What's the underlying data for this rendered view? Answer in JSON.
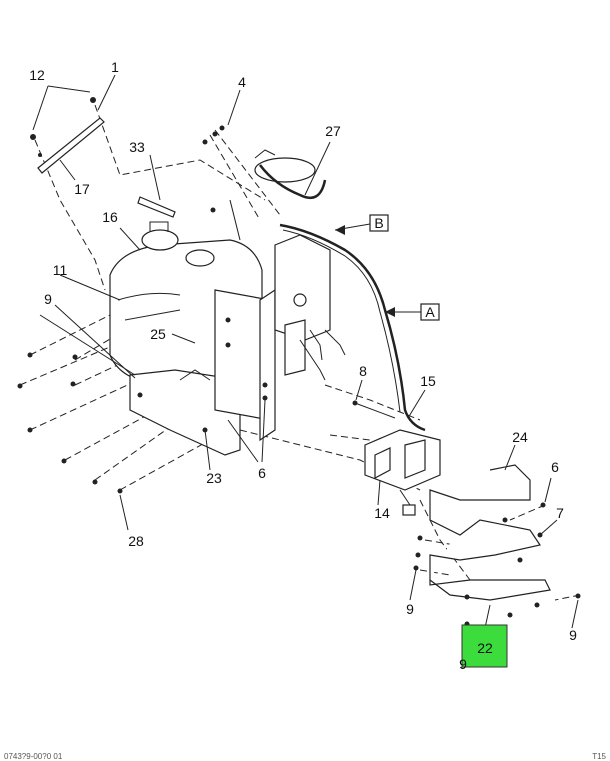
{
  "callouts": {
    "c1": "1",
    "c12": "12",
    "c17": "17",
    "c33": "33",
    "c4": "4",
    "c27": "27",
    "c16": "16",
    "c11": "11",
    "c9a": "9",
    "c25": "25",
    "c23": "23",
    "c6a": "6",
    "c28": "28",
    "c8": "8",
    "c15": "15",
    "c14": "14",
    "c24": "24",
    "c6b": "6",
    "c7": "7",
    "c9b": "9",
    "c9c": "9",
    "c9d": "9",
    "c22": "22"
  },
  "view_refs": {
    "a": "A",
    "b": "B"
  },
  "highlight": {
    "part": "22",
    "color": "#3ddc3d"
  },
  "footer": {
    "left": "0743?9-00?0 01",
    "right": "T15"
  }
}
